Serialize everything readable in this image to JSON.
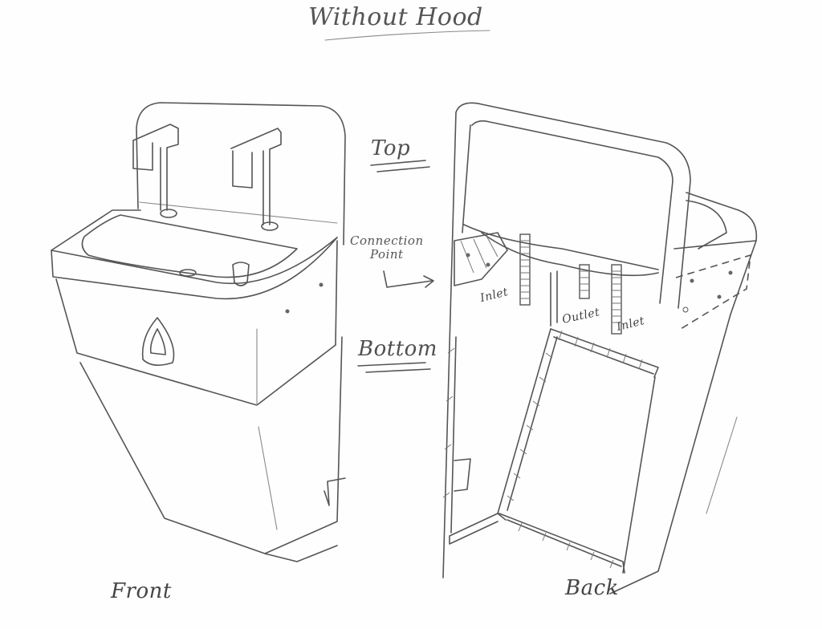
{
  "sketch": {
    "title": "Without Hood",
    "section_labels": {
      "top": "Top",
      "bottom": "Bottom"
    },
    "annotations": {
      "connection_point_line1": "Connection",
      "connection_point_line2": "Point",
      "inlet_left": "Inlet",
      "outlet": "Outlet",
      "inlet_right": "Inlet"
    },
    "view_labels": {
      "front": "Front",
      "back": "Back"
    },
    "colors": {
      "paper": "#fefefe",
      "pencil": "#555555",
      "pencil_light": "#8a8a8a"
    }
  }
}
